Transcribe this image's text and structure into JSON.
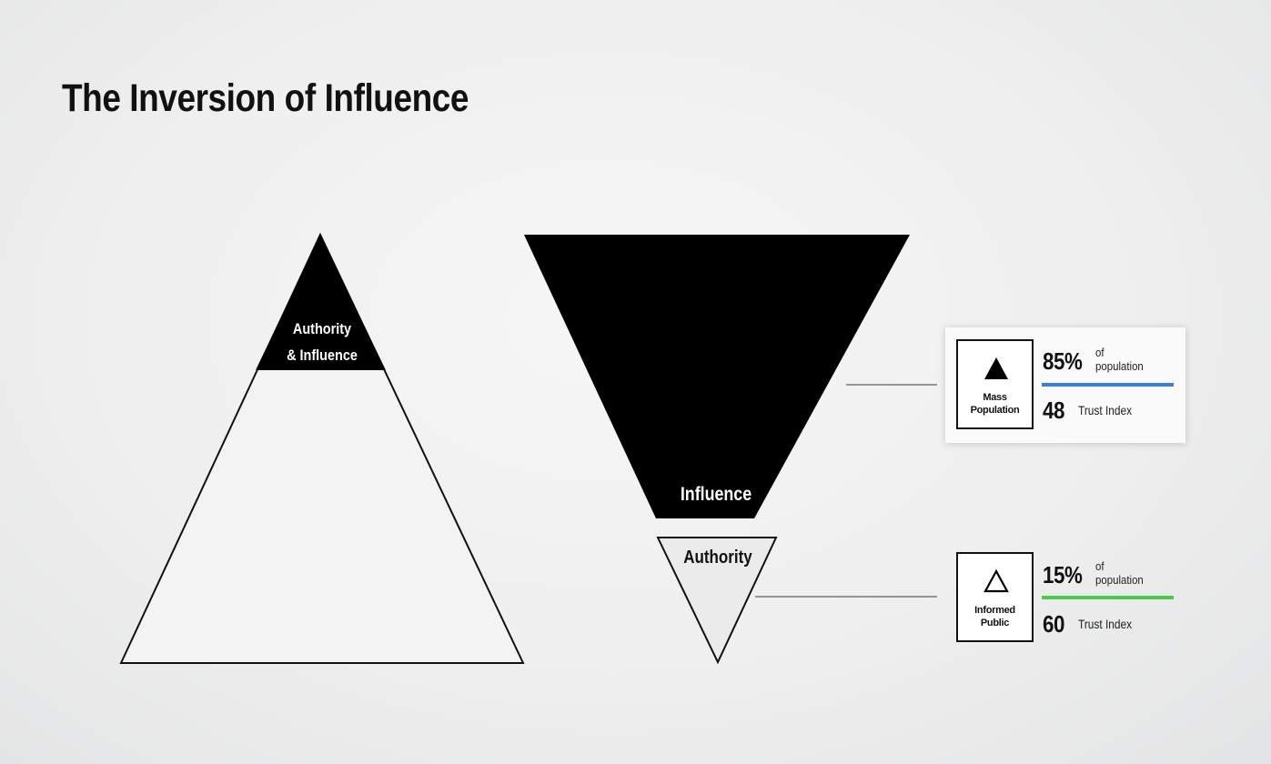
{
  "title": "The Inversion of Influence",
  "left_pyramid": {
    "apex_label_line1": "Authority",
    "apex_label_line2": "& Influence"
  },
  "right_funnel": {
    "top_label": "Influence",
    "bottom_label": "Authority"
  },
  "segments": [
    {
      "icon_label_line1": "Mass",
      "icon_label_line2": "Population",
      "icon": "filled-triangle-icon",
      "percent": "85%",
      "percent_suffix_line1": "of",
      "percent_suffix_line2": "population",
      "trust_value": "48",
      "trust_label": "Trust Index",
      "bar_color": "#3a7fe0"
    },
    {
      "icon_label_line1": "Informed",
      "icon_label_line2": "Public",
      "icon": "outline-triangle-icon",
      "percent": "15%",
      "percent_suffix_line1": "of",
      "percent_suffix_line2": "population",
      "trust_value": "60",
      "trust_label": "Trust Index",
      "bar_color": "#4cc94c"
    }
  ]
}
